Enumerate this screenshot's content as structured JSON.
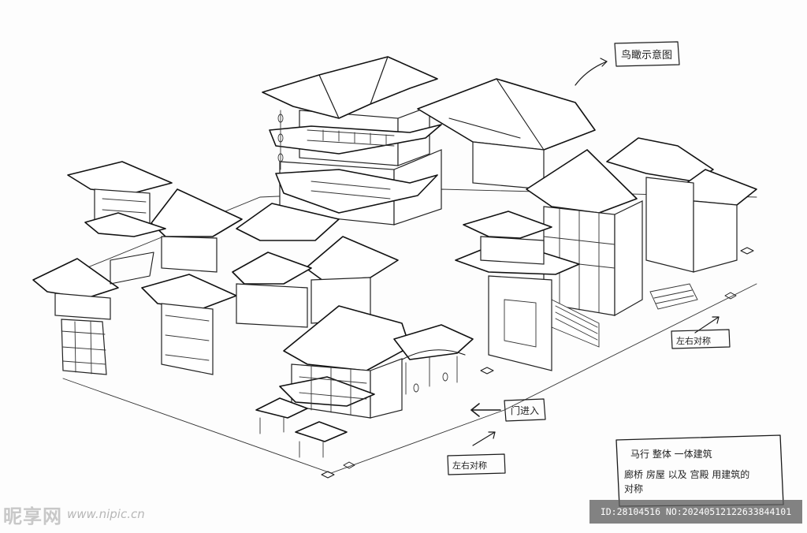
{
  "image": {
    "subject": "isometric ink sketch of a traditional Chinese palace compound",
    "colors": {
      "paper": "#fdfdfd",
      "ink": "#1a1a1a"
    }
  },
  "annotations": {
    "title_label": "鸟瞰示意图",
    "entrance_label": "门进入",
    "axis_label_right": "左右对称",
    "axis_label_bottom": "左右对称"
  },
  "note_box": {
    "line1": "马行 整体 一体建筑",
    "line2": "廊桥 房屋 以及 宫殿 用建筑的",
    "line3": "对称"
  },
  "watermark": {
    "brand": "昵享网",
    "url": "www.nipic.cn",
    "id_text": "ID:28104516 NO:20240512122633844101"
  }
}
